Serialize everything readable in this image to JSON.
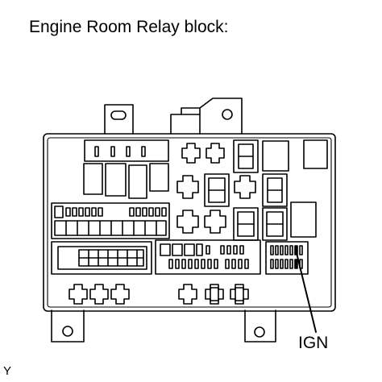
{
  "title": "Engine Room Relay block:",
  "callout_label": "IGN",
  "corner_mark": "Y",
  "components": {
    "relay_block": "relay-block",
    "callout_target": "ign-fuse-slot"
  }
}
